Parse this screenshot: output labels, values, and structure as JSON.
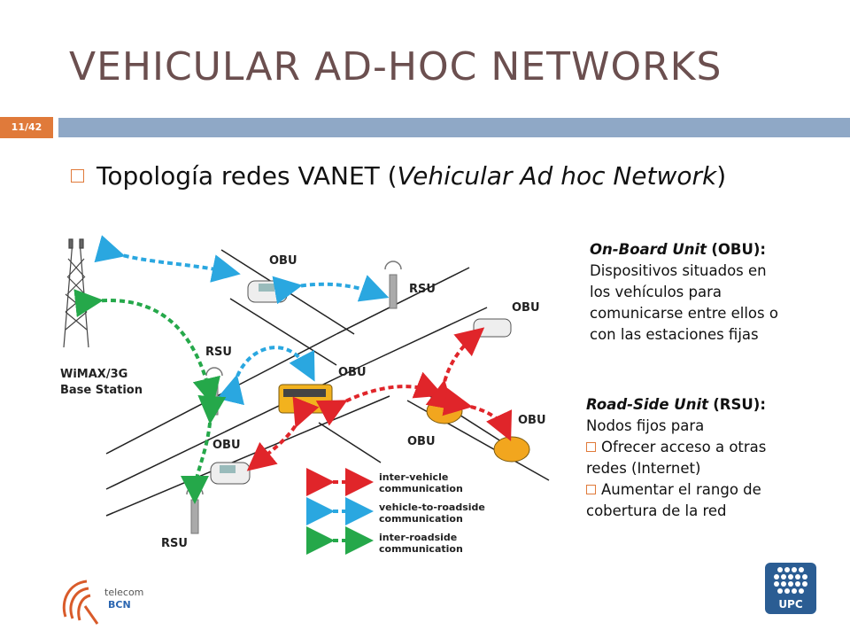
{
  "slide": {
    "title": "VEHICULAR AD-HOC NETWORKS",
    "page": "11/42",
    "bullet": {
      "prefix": "Topología redes VANET (",
      "italic": "Vehicular Ad hoc Network",
      "suffix": ")"
    }
  },
  "diagram": {
    "labels": {
      "obu": "OBU",
      "rsu": "RSU",
      "base_station_line1": "WiMAX/3G",
      "base_station_line2": "Base Station"
    },
    "legend": [
      {
        "line1": "inter-vehicle",
        "line2": "communication",
        "color": "#e0252a"
      },
      {
        "line1": "vehicle-to-roadside",
        "line2": "communication",
        "color": "#2aa7e0"
      },
      {
        "line1": "inter-roadside",
        "line2": "communication",
        "color": "#25a84a"
      }
    ]
  },
  "obu_text": {
    "title_italic": "On-Board Unit",
    "title_paren": "(OBU):",
    "lines": [
      "Dispositivos situados en",
      "los vehículos para",
      "comunicarse entre ellos o",
      "con las estaciones fijas"
    ]
  },
  "rsu_text": {
    "title_italic": "Road-Side Unit",
    "title_paren": "(RSU):",
    "line1": "Nodos fijos para",
    "item1_a": "Ofrecer acceso a otras",
    "item1_b": "redes (Internet)",
    "item2_a": "Aumentar el rango de",
    "item2_b": "cobertura de la red"
  },
  "logos": {
    "telecom_line1": "telecom",
    "telecom_line2": "BCN",
    "upc": "UPC"
  }
}
